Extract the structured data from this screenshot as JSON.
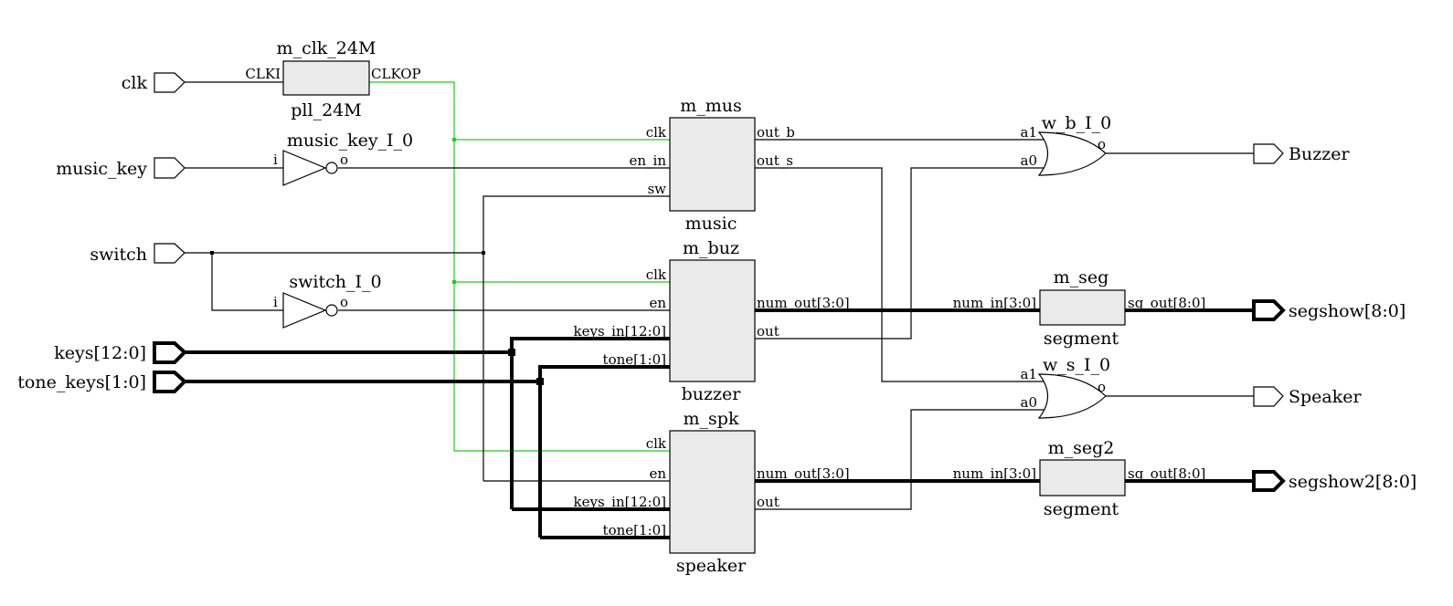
{
  "inputs": {
    "clk": "clk",
    "music_key": "music_key",
    "switch": "switch",
    "keys": "keys[12:0]",
    "tone_keys": "tone_keys[1:0]"
  },
  "outputs": {
    "buzzer": "Buzzer",
    "segshow": "segshow[8:0]",
    "speaker": "Speaker",
    "segshow2": "segshow2[8:0]"
  },
  "pll": {
    "instance": "m_clk_24M",
    "module": "pll_24M",
    "in_pin": "CLKI",
    "out_pin": "CLKOP"
  },
  "inverters": {
    "music_key_inv": {
      "name": "music_key_I_0",
      "in_pin": "i",
      "out_pin": "o"
    },
    "switch_inv": {
      "name": "switch_I_0",
      "in_pin": "i",
      "out_pin": "o"
    }
  },
  "m_mus": {
    "instance": "m_mus",
    "module": "music",
    "pins": {
      "clk": "clk",
      "en_in": "en_in",
      "sw": "sw",
      "out_b": "out_b",
      "out_s": "out_s"
    }
  },
  "m_buz": {
    "instance": "m_buz",
    "module": "buzzer",
    "pins": {
      "clk": "clk",
      "en": "en",
      "keys_in": "keys_in[12:0]",
      "tone": "tone[1:0]",
      "num_out": "num_out[3:0]",
      "out": "out"
    }
  },
  "m_spk": {
    "instance": "m_spk",
    "module": "speaker",
    "pins": {
      "clk": "clk",
      "en": "en",
      "keys_in": "keys_in[12:0]",
      "tone": "tone[1:0]",
      "num_out": "num_out[3:0]",
      "out": "out"
    }
  },
  "m_seg": {
    "instance": "m_seg",
    "module": "segment",
    "pins": {
      "num_in": "num_in[3:0]",
      "sg_out": "sg_out[8:0]"
    }
  },
  "m_seg2": {
    "instance": "m_seg2",
    "module": "segment",
    "pins": {
      "num_in": "num_in[3:0]",
      "sg_out": "sg_out[8:0]"
    }
  },
  "or_gates": {
    "w_b": {
      "name": "w_b_I_0",
      "a1": "a1",
      "a0": "a0",
      "o": "o"
    },
    "w_s": {
      "name": "w_s_I_0",
      "a1": "a1",
      "a0": "a0",
      "o": "o"
    }
  },
  "colors": {
    "wire": "#000000",
    "clock_net": "#22cc22",
    "block_fill": "#eaeaea"
  }
}
